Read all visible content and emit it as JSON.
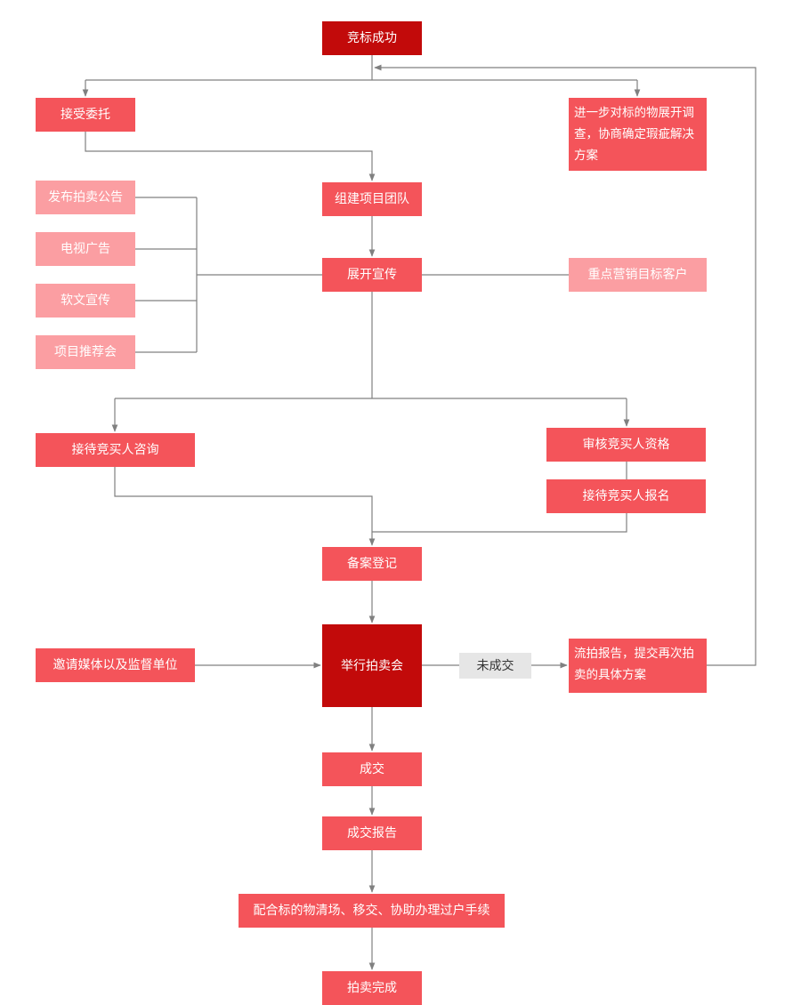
{
  "colors": {
    "primary": "#c20a0a",
    "node": "#f4545a",
    "light": "#fb9ea2",
    "label_bg": "#e6e6e6",
    "line": "#808080"
  },
  "flow": {
    "start": "竞标成功",
    "accept": "接受委托",
    "investigate": "进一步对标的物展开调查，协商确定瑕疵解决方案",
    "team": "组建项目团队",
    "promote": "展开宣传",
    "promo_items": [
      "发布拍卖公告",
      "电视广告",
      "软文宣传",
      "项目推荐会"
    ],
    "target_clients": "重点营销目标客户",
    "consult": "接待竞买人咨询",
    "review": "审核竞买人资格",
    "register_buyers": "接待竞买人报名",
    "filing": "备案登记",
    "invite": "邀请媒体以及监督单位",
    "auction": "举行拍卖会",
    "no_deal": "未成交",
    "failed_report": "流拍报告，提交再次拍卖的具体方案",
    "deal": "成交",
    "deal_report": "成交报告",
    "handover": "配合标的物清场、移交、协助办理过户手续",
    "complete": "拍卖完成"
  }
}
